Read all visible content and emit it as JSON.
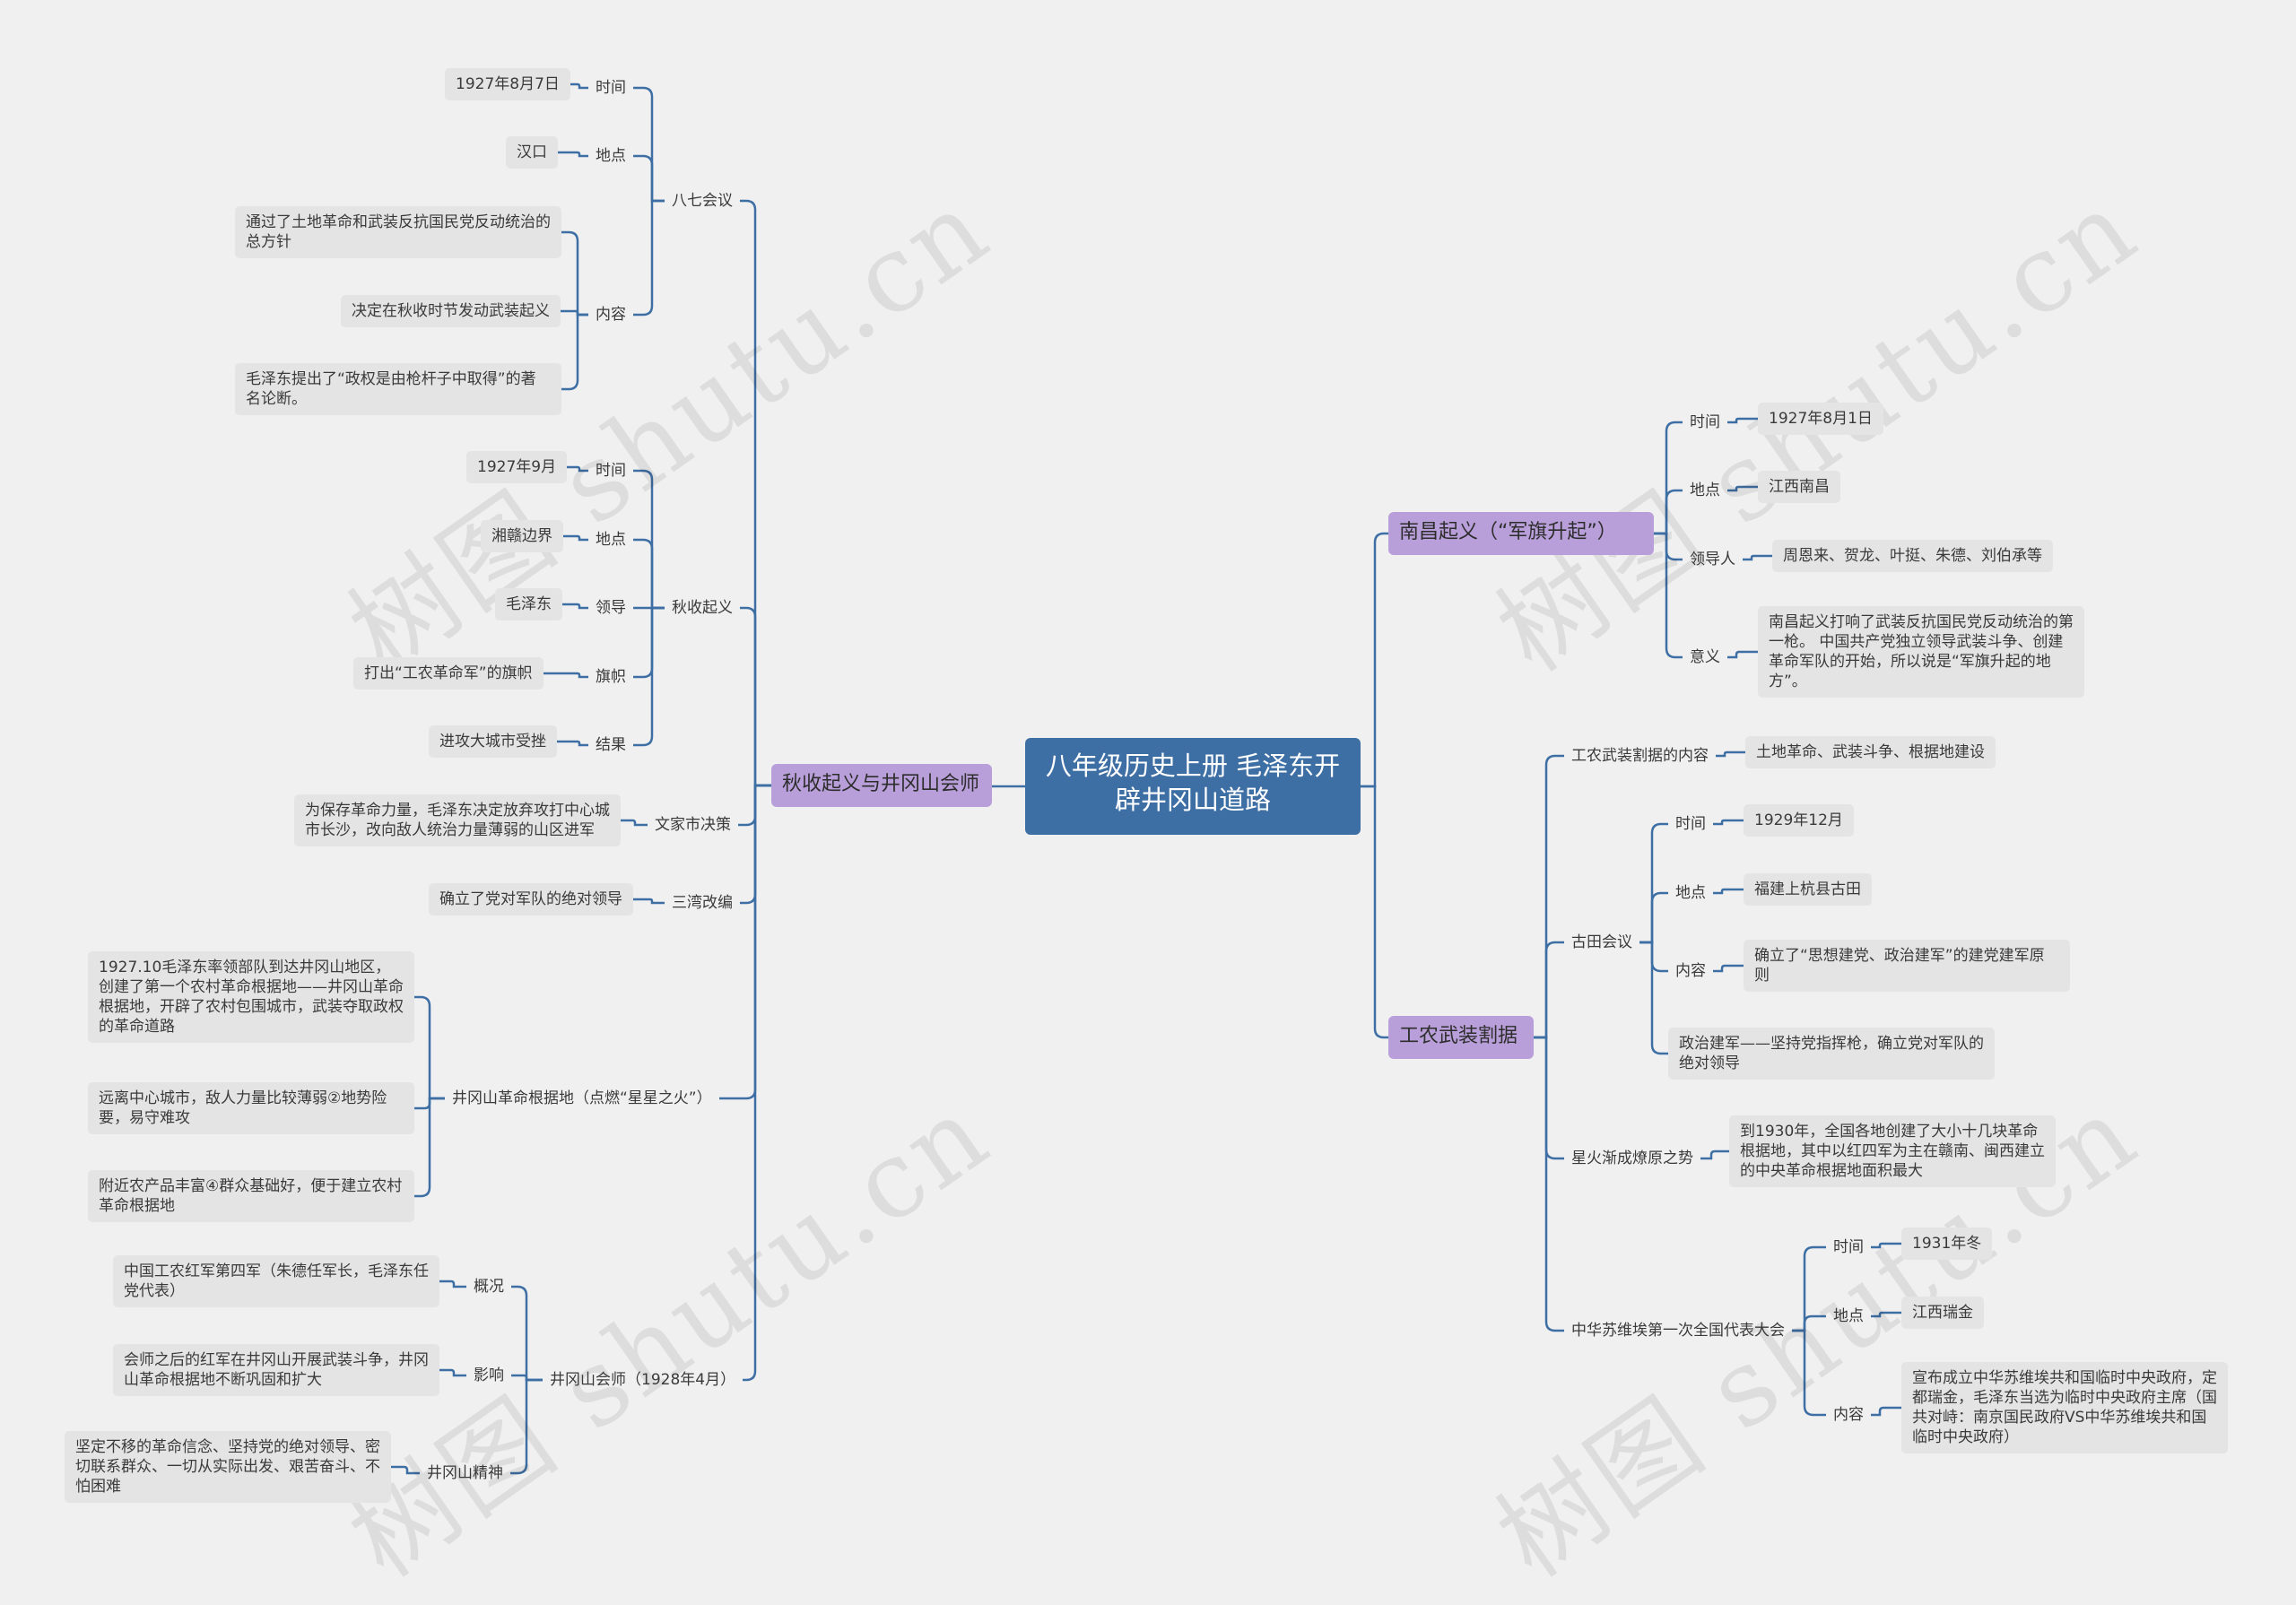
{
  "colors": {
    "line": "#3e6fa4",
    "root": "#3e6fa4",
    "main": "#b99fd9",
    "leaf": "#e4e4e4",
    "background": "#f0f0f0"
  },
  "root": {
    "label": "八年级历史上册  毛泽东开辟井冈山道路"
  },
  "left": {
    "label": "秋收起义与井冈山会师",
    "children": [
      {
        "label": "八七会议",
        "children": [
          {
            "label": "时间",
            "children": [
              {
                "label": "1927年8月7日"
              }
            ]
          },
          {
            "label": "地点",
            "children": [
              {
                "label": "汉口"
              }
            ]
          },
          {
            "label": "内容",
            "children": [
              {
                "label": "通过了土地革命和武装反抗国民党反动统治的总方针"
              },
              {
                "label": "决定在秋收时节发动武装起义"
              },
              {
                "label": "毛泽东提出了“政权是由枪杆子中取得”的著名论断。"
              }
            ]
          }
        ]
      },
      {
        "label": "秋收起义",
        "children": [
          {
            "label": "时间",
            "children": [
              {
                "label": "1927年9月"
              }
            ]
          },
          {
            "label": "地点",
            "children": [
              {
                "label": "湘赣边界"
              }
            ]
          },
          {
            "label": "领导",
            "children": [
              {
                "label": "毛泽东"
              }
            ]
          },
          {
            "label": "旗帜",
            "children": [
              {
                "label": "打出“工农革命军”的旗帜"
              }
            ]
          },
          {
            "label": "结果",
            "children": [
              {
                "label": "进攻大城市受挫"
              }
            ]
          }
        ]
      },
      {
        "label": "文家市决策",
        "children": [
          {
            "label": "为保存革命力量，毛泽东决定放弃攻打中心城市长沙，改向敌人统治力量薄弱的山区进军"
          }
        ]
      },
      {
        "label": "三湾改编",
        "children": [
          {
            "label": "确立了党对军队的绝对领导"
          }
        ]
      },
      {
        "label": "井冈山革命根据地（点燃“星星之火”）",
        "children": [
          {
            "label": "1927.10毛泽东率领部队到达井冈山地区，创建了第一个农村革命根据地——井冈山革命根据地，开辟了农村包围城市，武装夺取政权的革命道路"
          },
          {
            "label": "远离中心城市，敌人力量比较薄弱②地势险要，易守难攻"
          },
          {
            "label": "附近农产品丰富④群众基础好，便于建立农村革命根据地"
          }
        ]
      },
      {
        "label": "井冈山会师（1928年4月）",
        "children": [
          {
            "label": "概况",
            "children": [
              {
                "label": "中国工农红军第四军（朱德任军长，毛泽东任党代表）"
              }
            ]
          },
          {
            "label": "影响",
            "children": [
              {
                "label": "会师之后的红军在井冈山开展武装斗争，井冈山革命根据地不断巩固和扩大"
              }
            ]
          },
          {
            "label": "井冈山精神",
            "children": [
              {
                "label": "坚定不移的革命信念、坚持党的绝对领导、密切联系群众、一切从实际出发、艰苦奋斗、不怕困难"
              }
            ]
          }
        ]
      }
    ]
  },
  "right": [
    {
      "label": "南昌起义（“军旗升起”）",
      "children": [
        {
          "label": "时间",
          "children": [
            {
              "label": "1927年8月1日"
            }
          ]
        },
        {
          "label": "地点",
          "children": [
            {
              "label": "江西南昌"
            }
          ]
        },
        {
          "label": "领导人",
          "children": [
            {
              "label": "周恩来、贺龙、叶挺、朱德、刘伯承等"
            }
          ]
        },
        {
          "label": "意义",
          "children": [
            {
              "label": "南昌起义打响了武装反抗国民党反动统治的第一枪。 中国共产党独立领导武装斗争、创建革命军队的开始，所以说是“军旗升起的地方”。"
            }
          ]
        }
      ]
    },
    {
      "label": "工农武装割据",
      "children": [
        {
          "label": "工农武装割据的内容",
          "children": [
            {
              "label": "土地革命、武装斗争、根据地建设"
            }
          ]
        },
        {
          "label": "古田会议",
          "children": [
            {
              "label": "时间",
              "children": [
                {
                  "label": "1929年12月"
                }
              ]
            },
            {
              "label": "地点",
              "children": [
                {
                  "label": "福建上杭县古田"
                }
              ]
            },
            {
              "label": "内容",
              "children": [
                {
                  "label": "确立了“思想建党、政治建军”的建党建军原则"
                }
              ]
            },
            {
              "label": "政治建军——坚持党指挥枪，确立党对军队的绝对领导"
            }
          ]
        },
        {
          "label": "星火渐成燎原之势",
          "children": [
            {
              "label": "到1930年，全国各地创建了大小十几块革命根据地，其中以红四军为主在赣南、闽西建立的中央革命根据地面积最大"
            }
          ]
        },
        {
          "label": "中华苏维埃第一次全国代表大会",
          "children": [
            {
              "label": "时间",
              "children": [
                {
                  "label": "1931年冬"
                }
              ]
            },
            {
              "label": "地点",
              "children": [
                {
                  "label": "江西瑞金"
                }
              ]
            },
            {
              "label": "内容",
              "children": [
                {
                  "label": "宣布成立中华苏维埃共和国临时中央政府，定都瑞金，毛泽东当选为临时中央政府主席（国共对峙：南京国民政府VS中华苏维埃共和国临时中央政府）"
                }
              ]
            }
          ]
        }
      ]
    }
  ],
  "watermark": "树图 shutu.cn"
}
